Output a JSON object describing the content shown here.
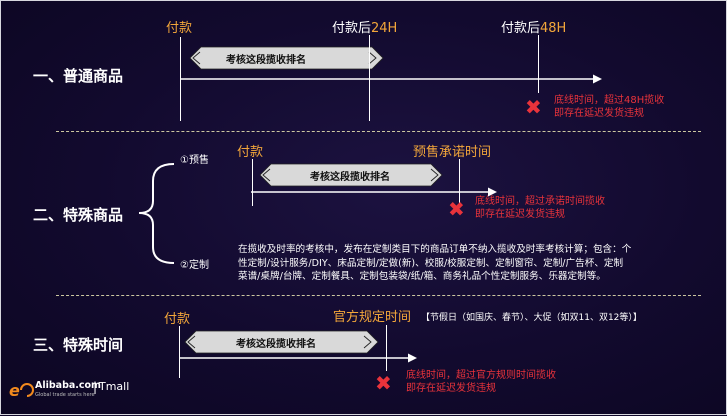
{
  "sections": {
    "normal": {
      "title": "一、普通商品",
      "pay": "付款",
      "after24_prefix": "付款后",
      "after24_hours": "24H",
      "after48_prefix": "付款后",
      "after48_hours": "48H",
      "box": "考核这段揽收排名",
      "deadline_line1": "底线时间，超过48H揽收",
      "deadline_line2": "即存在延迟发货违规"
    },
    "special_goods": {
      "title": "二、特殊商品",
      "presale_label": "①预售",
      "pay": "付款",
      "promise": "预售承诺时间",
      "box": "考核这段揽收排名",
      "deadline_line1": "底线时间，超过承诺时间揽收",
      "deadline_line2": "即存在延迟发货违规",
      "custom_label": "②定制",
      "custom_line1": "在揽收及时率的考核中，发布在定制类目下的商品订单不纳入揽收及时率考核计算；包含：个",
      "custom_line2": "性定制/设计服务/DIY、床品定制/定做(新)、校服/校服定制、定制窗帘、定制/广告杯、定制",
      "custom_line3": "菜谱/桌牌/台牌、定制餐具、定制包装袋/纸/箱、商务礼品个性定制服务、乐器定制等。"
    },
    "special_time": {
      "title": "三、特殊时间",
      "pay": "付款",
      "official": "官方规定时间",
      "holidays": "【节假日（如国庆、春节）、大促（如双11、双12等）】",
      "box": "考核这段揽收排名",
      "deadline_line1": "底线时间，超过官方规则时间揽收",
      "deadline_line2": "即存在延迟发货违规"
    }
  },
  "brand": {
    "logo_letter": "e",
    "alibaba": "Alibaba.com",
    "tagline": "Global trade starts here",
    "tmall": "Tmall"
  },
  "colors": {
    "background": "#10082a",
    "orange": "#f2a63a",
    "red": "#e8333b",
    "box": "#d9d9d9",
    "line": "#ffffff"
  }
}
